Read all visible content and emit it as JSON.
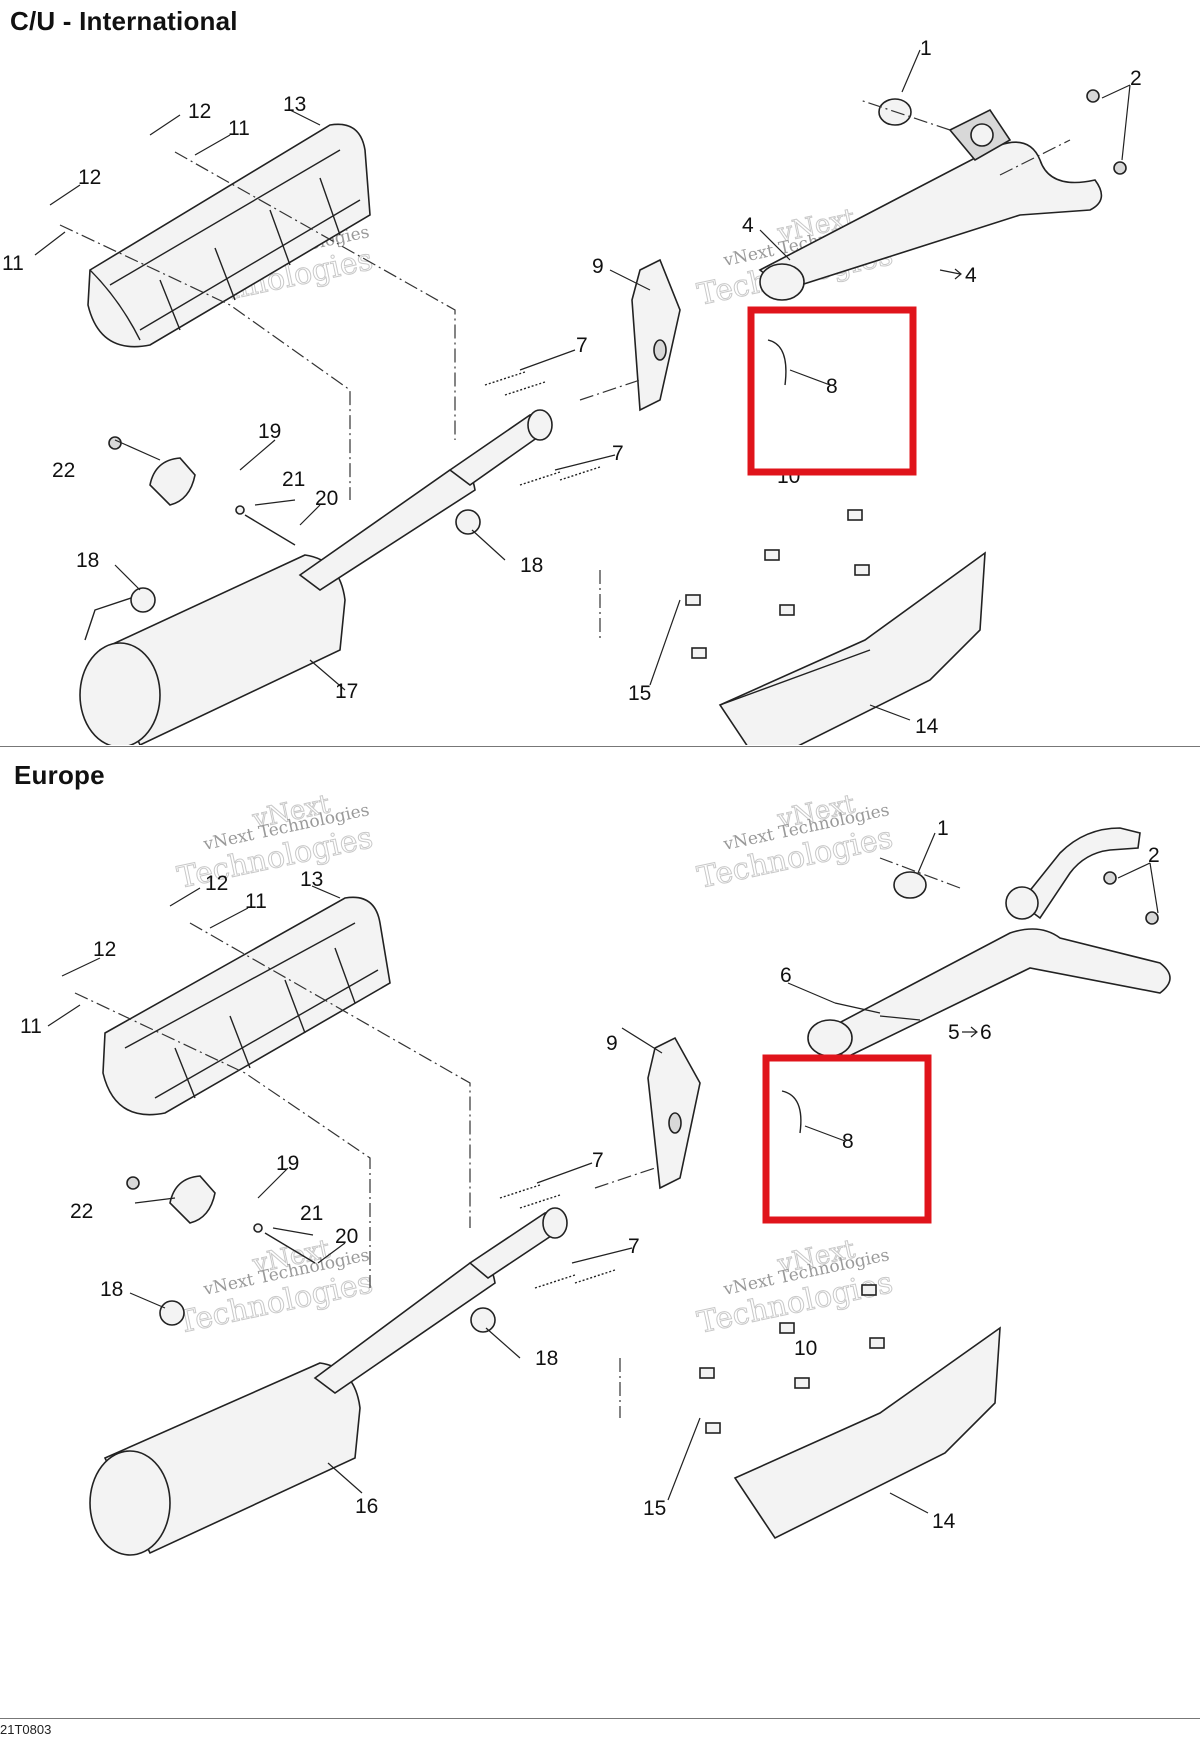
{
  "sections": [
    {
      "title": "C/U - International",
      "callouts": [
        "1",
        "2",
        "4",
        "4",
        "7",
        "7",
        "8",
        "9",
        "10",
        "11",
        "11",
        "12",
        "12",
        "13",
        "14",
        "15",
        "17",
        "18",
        "18",
        "19",
        "20",
        "21",
        "22"
      ],
      "ref_label": "4"
    },
    {
      "title": "Europe",
      "callouts": [
        "1",
        "2",
        "5",
        "6",
        "6",
        "7",
        "7",
        "8",
        "9",
        "10",
        "11",
        "11",
        "12",
        "12",
        "13",
        "14",
        "15",
        "16",
        "18",
        "18",
        "19",
        "20",
        "21",
        "22"
      ],
      "ref_label": "5",
      "ref_target": "6"
    }
  ],
  "watermark": {
    "line1": "vNext",
    "line2": "vNext Technologies",
    "line3": "Technologies"
  },
  "footer_code": "21T0803",
  "highlight_color": "#e0141b"
}
